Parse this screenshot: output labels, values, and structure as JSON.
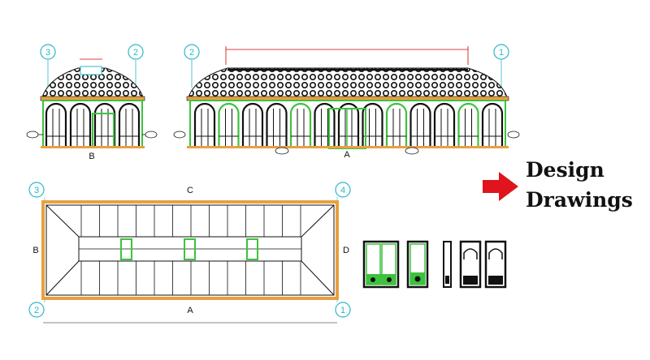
{
  "side_elevation": {
    "axis_left": "3",
    "axis_right": "2",
    "label": "B"
  },
  "front_elevation": {
    "axis_left": "2",
    "axis_right": "1",
    "label": "A"
  },
  "plan": {
    "axis_tl": "3",
    "axis_tr": "4",
    "axis_bl": "2",
    "axis_br": "1",
    "top": "C",
    "left": "B",
    "right": "D",
    "bottom": "A"
  },
  "callout": {
    "line1": "Design",
    "line2": "Drawings",
    "arrow_color": "#e0141c"
  },
  "colors": {
    "frame": "#111111",
    "glass": "#3ec23e",
    "base": "#e8a040",
    "grid": "#2ab7c9"
  }
}
